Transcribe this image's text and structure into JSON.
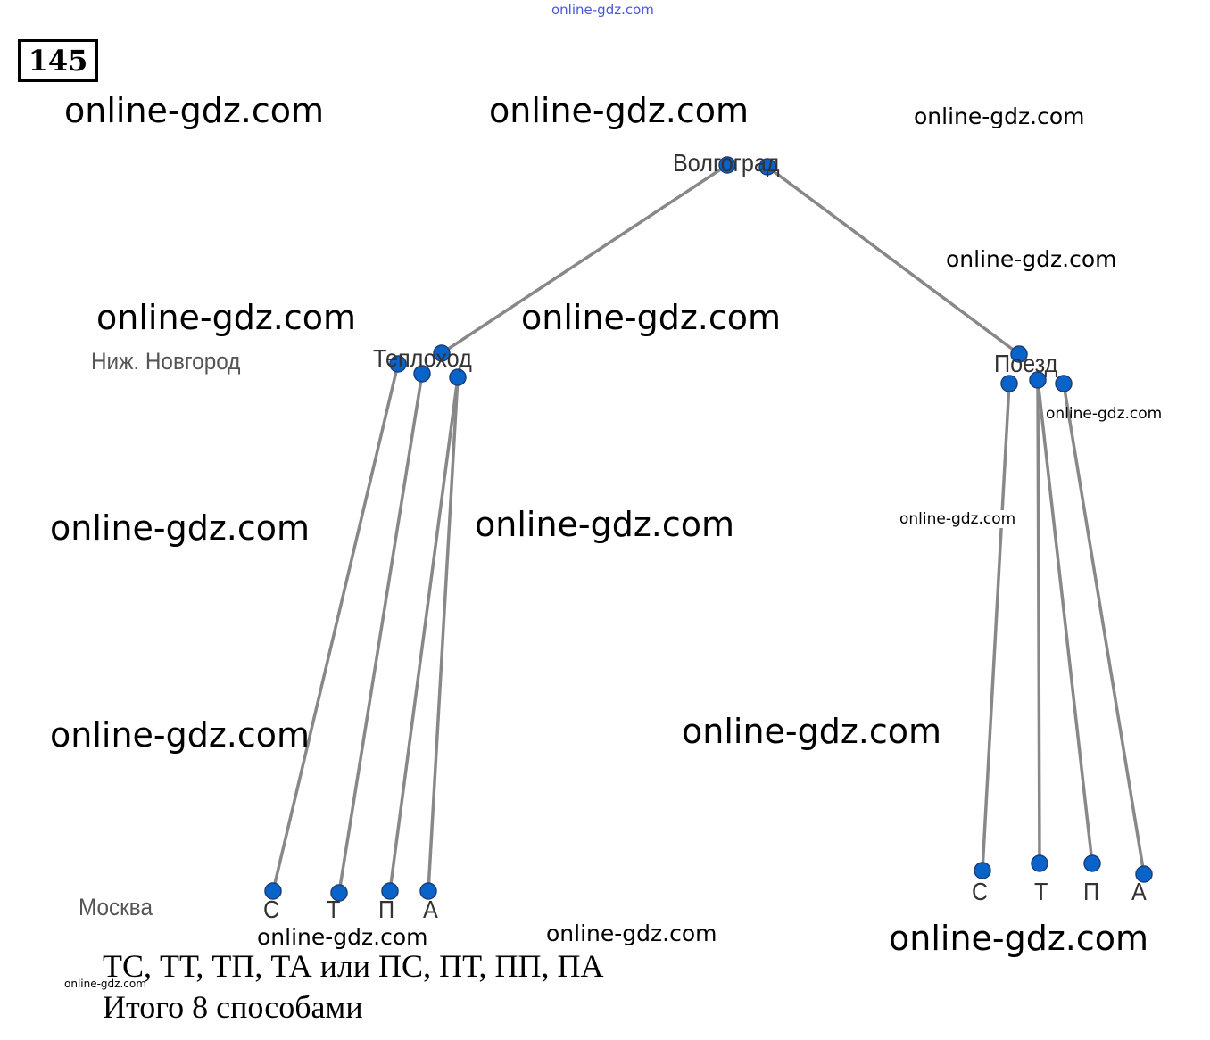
{
  "problem_number": "145",
  "watermark": "online-gdz.com",
  "watermark_header": "online-gdz.com",
  "tree": {
    "root": "Волгоград",
    "levels": {
      "start_city": "Ниж. Новгород",
      "end_city": "Москва"
    },
    "branches": [
      {
        "label": "Теплоход",
        "children": [
          "С",
          "Т",
          "П",
          "А"
        ]
      },
      {
        "label": "Поезд",
        "children": [
          "С",
          "Т",
          "П",
          "А"
        ]
      }
    ]
  },
  "answer": {
    "line1": "ТС, ТТ, ТП, ТА или ПС, ПТ, ПП, ПА",
    "line2": "Итого 8 способами"
  },
  "colors": {
    "node": "#0a63c9",
    "edge": "#888888"
  }
}
